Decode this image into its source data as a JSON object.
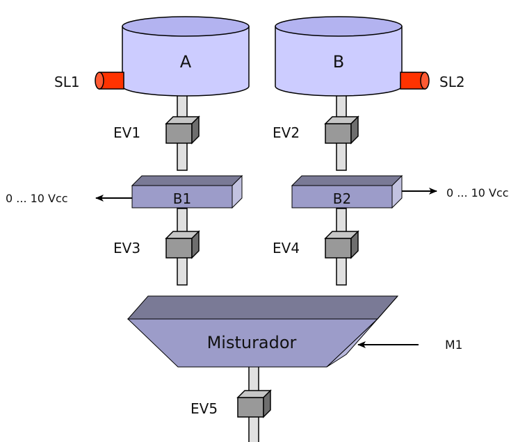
{
  "diagram": {
    "tanks": {
      "a": {
        "label": "A"
      },
      "b": {
        "label": "B"
      }
    },
    "sensors": {
      "sl1": {
        "label": "SL1"
      },
      "sl2": {
        "label": "SL2"
      }
    },
    "valves": {
      "ev1": "EV1",
      "ev2": "EV2",
      "ev3": "EV3",
      "ev4": "EV4",
      "ev5": "EV5"
    },
    "scales": {
      "b1": {
        "label": "B1",
        "output": "0 ... 10 Vcc"
      },
      "b2": {
        "label": "B2",
        "output": "0 ... 10 Vcc"
      }
    },
    "mixer": {
      "label": "Misturador",
      "motor": "M1"
    },
    "colors": {
      "tank_fill": "#ccccff",
      "tank_top": "#b3b3f0",
      "block_fill": "#9c9cc9",
      "block_top": "#7a7a96",
      "valve_fill": "#999999",
      "pipe_fill": "#e0e0e0",
      "sensor_fill": "#ff3300"
    }
  }
}
